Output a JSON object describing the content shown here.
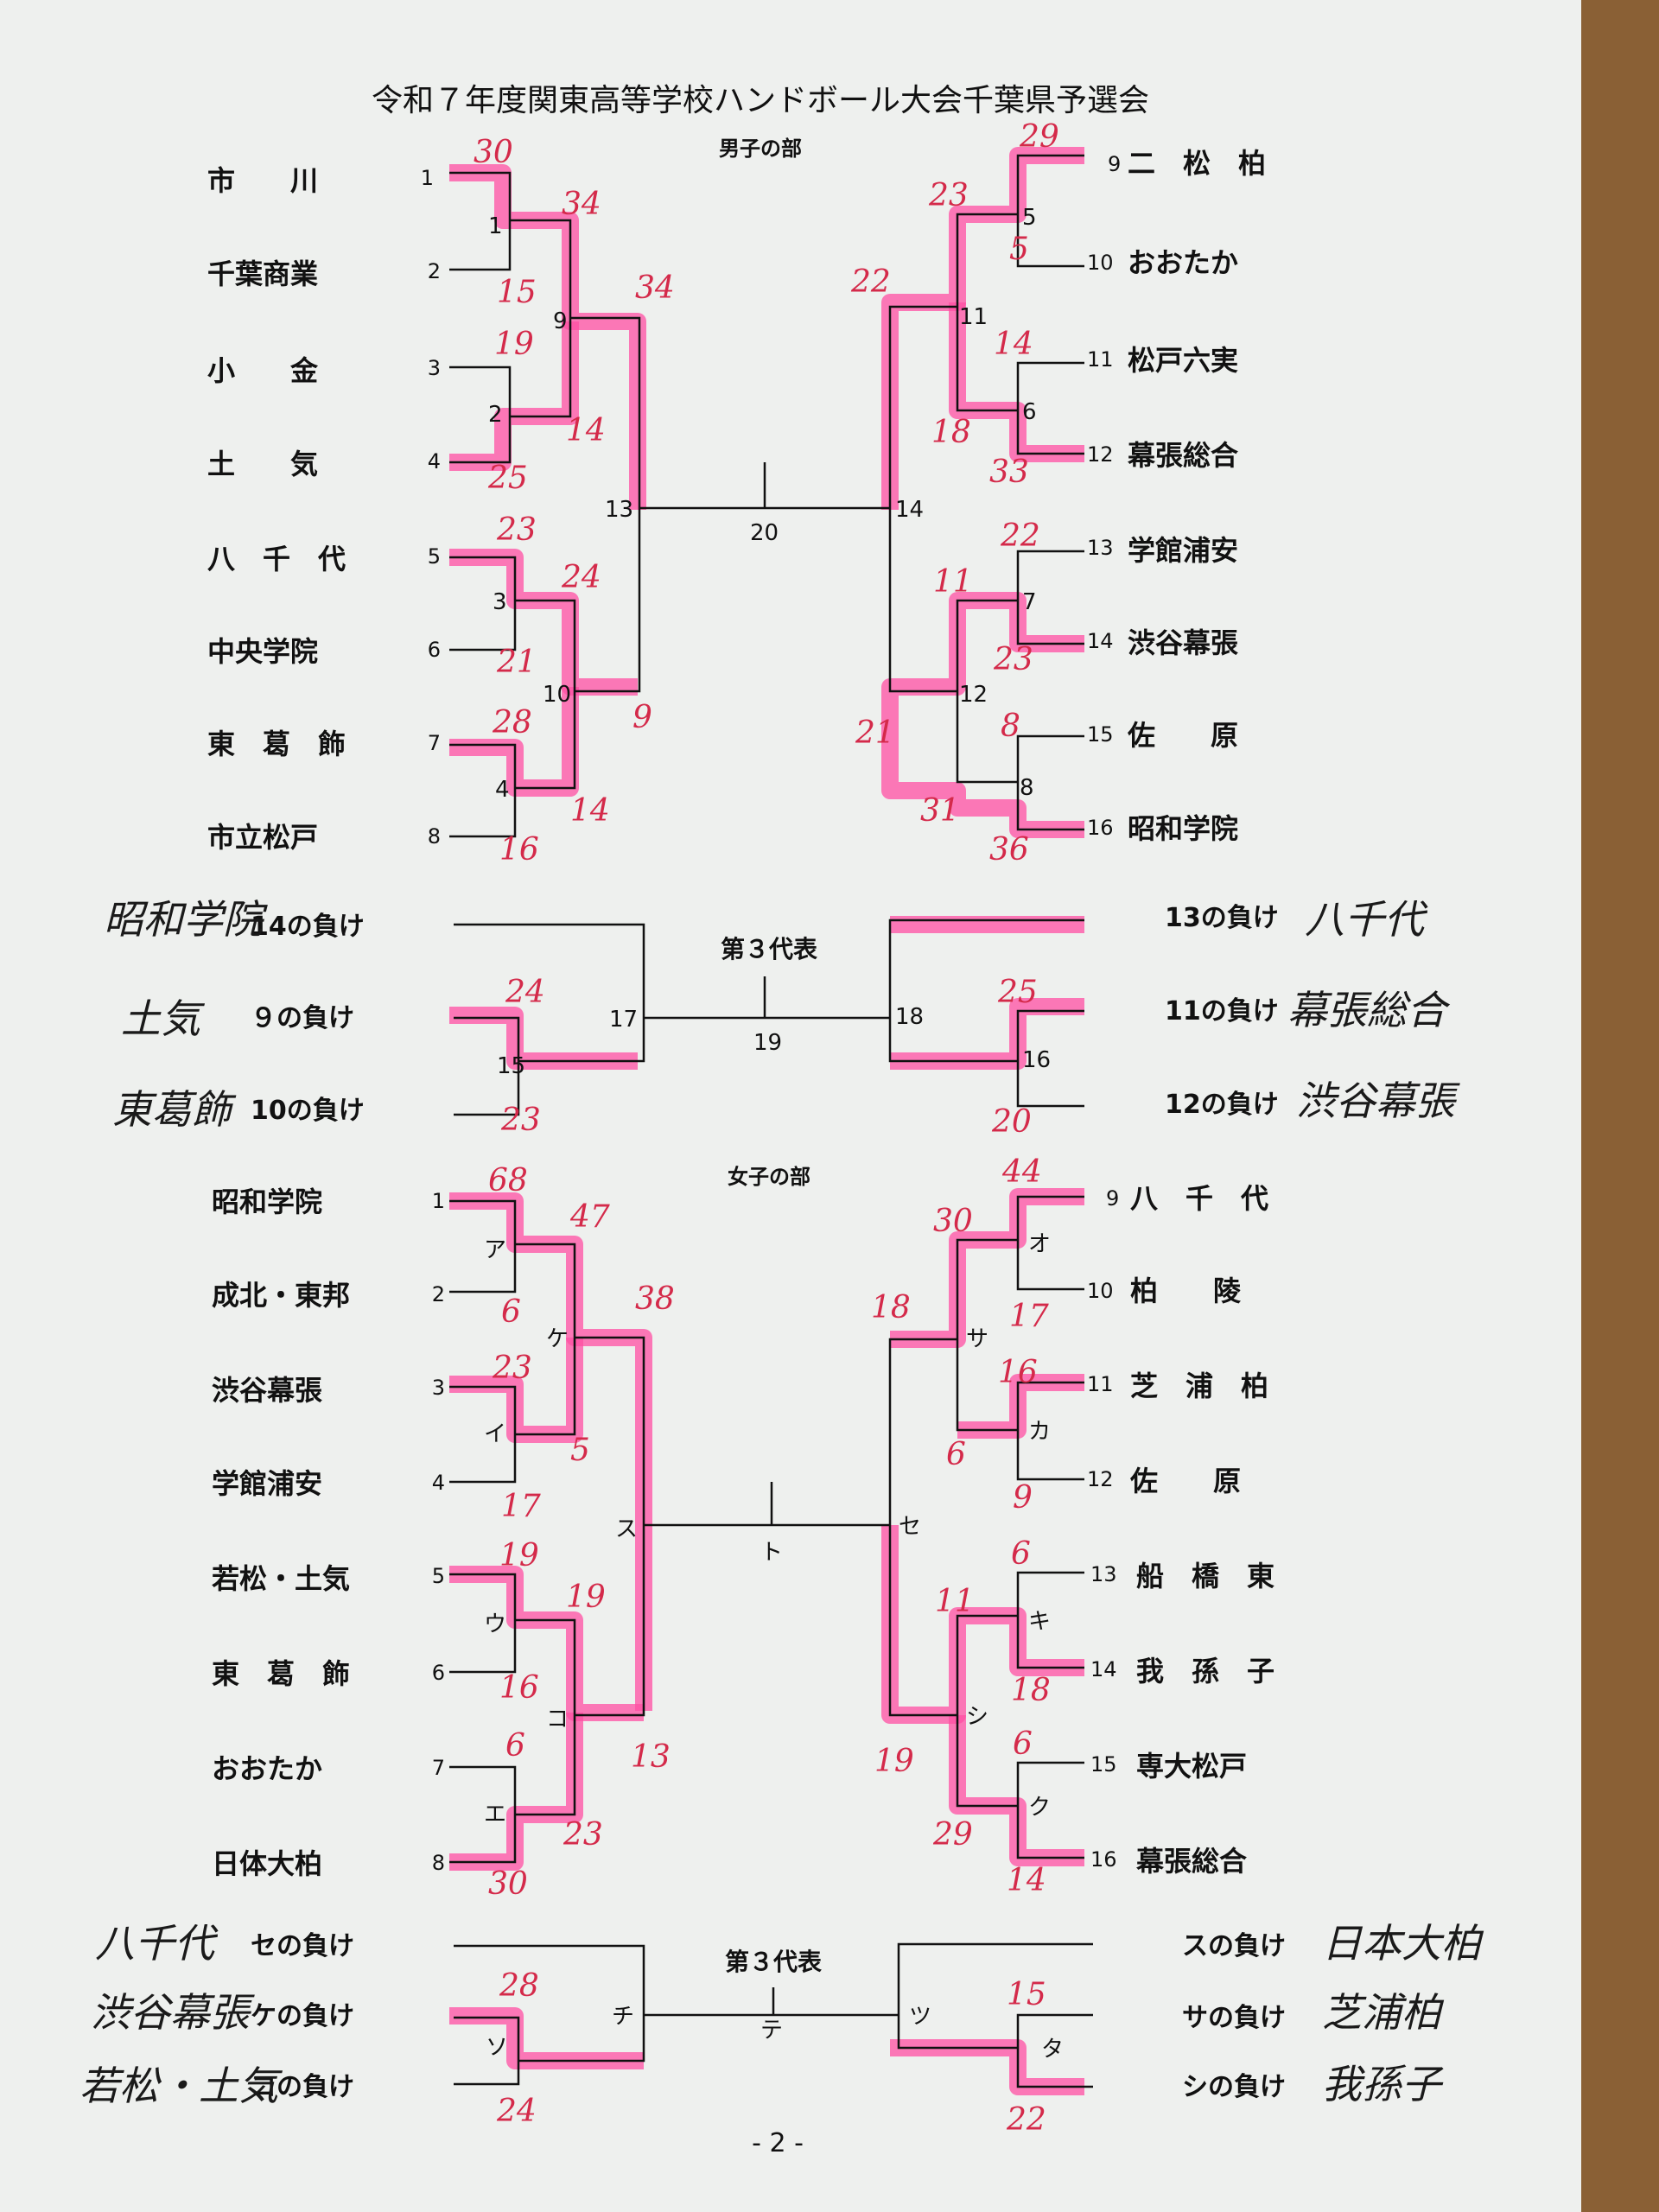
{
  "title": "令和７年度関東高等学校ハンドボール大会千葉県予選会",
  "page_number": "- 2 -",
  "boys": {
    "heading": "男子の部",
    "left_teams": [
      {
        "seed": "1",
        "name": "市　　川"
      },
      {
        "seed": "2",
        "name": "千葉商業"
      },
      {
        "seed": "3",
        "name": "小　　金"
      },
      {
        "seed": "4",
        "name": "土　　気"
      },
      {
        "seed": "5",
        "name": "八　千　代"
      },
      {
        "seed": "6",
        "name": "中央学院"
      },
      {
        "seed": "7",
        "name": "東　葛　飾"
      },
      {
        "seed": "8",
        "name": "市立松戸"
      }
    ],
    "right_teams": [
      {
        "seed": "9",
        "name": "二　松　柏"
      },
      {
        "seed": "10",
        "name": "おおたか"
      },
      {
        "seed": "11",
        "name": "松戸六実"
      },
      {
        "seed": "12",
        "name": "幕張総合"
      },
      {
        "seed": "13",
        "name": "学館浦安"
      },
      {
        "seed": "14",
        "name": "渋谷幕張"
      },
      {
        "seed": "15",
        "name": "佐　　原"
      },
      {
        "seed": "16",
        "name": "昭和学院"
      }
    ],
    "games": {
      "g1": "1",
      "g2": "2",
      "g3": "3",
      "g4": "4",
      "g5": "5",
      "g6": "6",
      "g7": "7",
      "g8": "8",
      "g9": "9",
      "g10": "10",
      "g11": "11",
      "g12": "12",
      "g13": "13",
      "g14": "14",
      "g15": "15",
      "g16": "16",
      "g17": "17",
      "g18": "18",
      "g19": "19",
      "g20": "20"
    },
    "scores": {
      "s1": "30",
      "s2": "15",
      "s3": "19",
      "s4": "25",
      "s5": "23",
      "s6": "21",
      "s7": "28",
      "s8": "16",
      "g1w": "34",
      "g2w": "14",
      "g3w": "24",
      "g4w": "14",
      "g9w": "34",
      "g10w": "9",
      "s9": "29",
      "s10": "5",
      "s11": "14",
      "s12": "33",
      "s13": "22",
      "s14": "23",
      "s15": "8",
      "s16": "36",
      "g5w": "23",
      "g6w": "18",
      "g7w": "11",
      "g8w": "31",
      "g11w": "22",
      "g12w": "21"
    },
    "third": {
      "heading": "第３代表",
      "left_losers": [
        "14の負け",
        "９の負け",
        "10の負け"
      ],
      "right_losers": [
        "13の負け",
        "11の負け",
        "12の負け"
      ],
      "left_hand": [
        "昭和学院",
        "土気",
        "東葛飾"
      ],
      "right_hand": [
        "八千代",
        "幕張総合",
        "渋谷幕張"
      ],
      "scores": {
        "l2": "24",
        "l3": "23",
        "r2": "25",
        "r3": "20"
      }
    }
  },
  "girls": {
    "heading": "女子の部",
    "left_teams": [
      {
        "seed": "1",
        "name": "昭和学院"
      },
      {
        "seed": "2",
        "name": "成北・東邦"
      },
      {
        "seed": "3",
        "name": "渋谷幕張"
      },
      {
        "seed": "4",
        "name": "学館浦安"
      },
      {
        "seed": "5",
        "name": "若松・土気"
      },
      {
        "seed": "6",
        "name": "東　葛　飾"
      },
      {
        "seed": "7",
        "name": "おおたか"
      },
      {
        "seed": "8",
        "name": "日体大柏"
      }
    ],
    "right_teams": [
      {
        "seed": "9",
        "name": "八　千　代"
      },
      {
        "seed": "10",
        "name": "柏　　陵"
      },
      {
        "seed": "11",
        "name": "芝　浦　柏"
      },
      {
        "seed": "12",
        "name": "佐　　原"
      },
      {
        "seed": "13",
        "name": "船　橋　東"
      },
      {
        "seed": "14",
        "name": "我　孫　子"
      },
      {
        "seed": "15",
        "name": "専大松戸"
      },
      {
        "seed": "16",
        "name": "幕張総合"
      }
    ],
    "games": {
      "a": "ア",
      "i": "イ",
      "u": "ウ",
      "e": "エ",
      "o": "オ",
      "ka": "カ",
      "ki": "キ",
      "ku": "ク",
      "ke": "ケ",
      "ko": "コ",
      "sa": "サ",
      "shi": "シ",
      "su": "ス",
      "se": "セ",
      "so": "ソ",
      "ta": "タ",
      "chi": "チ",
      "tsu": "ツ",
      "te": "テ",
      "to": "ト"
    },
    "scores": {
      "s1": "68",
      "s2": "6",
      "s3": "23",
      "s4": "17",
      "s5": "19",
      "s6": "16",
      "s7": "6",
      "s8": "30",
      "aw": "47",
      "iw": "5",
      "uw": "19",
      "ew": "23",
      "kew": "38",
      "kow": "13",
      "s9": "44",
      "s10": "17",
      "s11": "16",
      "s12": "9",
      "s13": "6",
      "s14": "18",
      "s15": "6",
      "s16": "14",
      "ow": "30",
      "kaw": "6",
      "kiw": "11",
      "kuw": "29",
      "saw": "18",
      "shiw": "19"
    },
    "third": {
      "heading": "第３代表",
      "left_losers": [
        "セの負け",
        "ケの負け",
        "コの負け"
      ],
      "right_losers": [
        "スの負け",
        "サの負け",
        "シの負け"
      ],
      "left_hand": [
        "八千代",
        "渋谷幕張",
        "若松・土気"
      ],
      "right_hand": [
        "日本大柏",
        "芝浦柏",
        "我孫子"
      ],
      "scores": {
        "l2": "28",
        "l3": "24",
        "r2": "15",
        "r3": "22"
      }
    }
  }
}
